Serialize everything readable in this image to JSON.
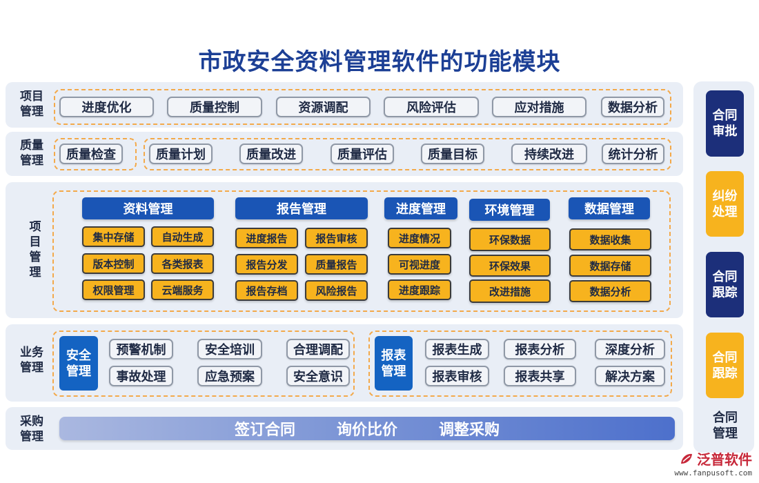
{
  "title": "市政安全资料管理软件的功能模块",
  "row1": {
    "label_line1": "项目",
    "label_line2": "管理",
    "items": [
      "进度优化",
      "质量控制",
      "资源调配",
      "风险评估",
      "应对措施",
      "数据分析"
    ]
  },
  "row2": {
    "label_line1": "质量",
    "label_line2": "管理",
    "first_item": "质量检查",
    "items": [
      "质量计划",
      "质量改进",
      "质量评估",
      "质量目标",
      "持续改进",
      "统计分析"
    ]
  },
  "row3": {
    "label_chars": [
      "项",
      "目",
      "管",
      "理"
    ],
    "groups": [
      {
        "header": "资料管理",
        "items": [
          "集中存储",
          "自动生成",
          "版本控制",
          "各类报表",
          "权限管理",
          "云端服务"
        ]
      },
      {
        "header": "报告管理",
        "items": [
          "进度报告",
          "报告审核",
          "报告分发",
          "质量报告",
          "报告存档",
          "风险报告"
        ]
      },
      {
        "header": "进度管理",
        "items": [
          "进度情况",
          "可视进度",
          "进度跟踪"
        ]
      },
      {
        "header": "环境管理",
        "items": [
          "环保数据",
          "环保效果",
          "改进措施"
        ]
      },
      {
        "header": "数据管理",
        "items": [
          "数据收集",
          "数据存储",
          "数据分析"
        ]
      }
    ]
  },
  "row4": {
    "label_line1": "业务",
    "label_line2": "管理",
    "left": {
      "box_line1": "安全",
      "box_line2": "管理",
      "items": [
        "预警机制",
        "安全培训",
        "合理调配",
        "事故处理",
        "应急预案",
        "安全意识"
      ]
    },
    "right": {
      "box_line1": "报表",
      "box_line2": "管理",
      "items": [
        "报表生成",
        "报表分析",
        "深度分析",
        "报表审核",
        "报表共享",
        "解决方案"
      ]
    }
  },
  "row5": {
    "label_line1": "采购",
    "label_line2": "管理",
    "items": [
      "签订合同",
      "询价比价",
      "调整采购"
    ]
  },
  "side": [
    {
      "line1": "合同",
      "line2": "审批"
    },
    {
      "line1": "纠纷",
      "line2": "处理"
    },
    {
      "line1": "合同",
      "line2": "跟踪"
    },
    {
      "line1": "合同",
      "line2": "跟踪"
    },
    {
      "line1": "合同",
      "line2": "管理"
    }
  ],
  "logo": {
    "name": "泛普软件",
    "url": "www.fanpusoft.com"
  },
  "colors": {
    "navy": "#1c2f7a",
    "blue": "#1a55b5",
    "gold": "#f7b31e",
    "title": "#1c3f95"
  }
}
